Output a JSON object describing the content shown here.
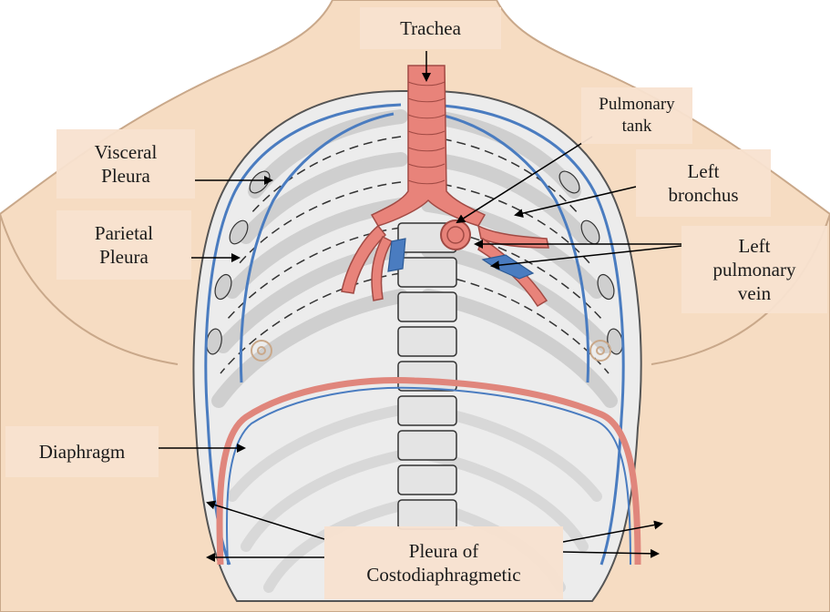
{
  "labels": {
    "trachea": "Trachea",
    "pulmonary_tank_1": "Pulmonary",
    "pulmonary_tank_2": "tank",
    "visceral_1": "Visceral",
    "visceral_2": "Pleura",
    "left_bronchus_1": "Left",
    "left_bronchus_2": "bronchus",
    "parietal_1": "Parietal",
    "parietal_2": "Pleura",
    "left_vein_1": "Left",
    "left_vein_2": "pulmonary",
    "left_vein_3": "vein",
    "diaphragm": "Diaphragm",
    "costo_1": "Pleura of",
    "costo_2": "Costodiaphragmetic"
  },
  "colors": {
    "skin": "#f6dcc2",
    "skin_outline": "#c9a88a",
    "rib": "#d3d3d3",
    "rib_outline": "#333333",
    "pleura": "#4a7cc0",
    "trachea": "#e8837a",
    "diaphragm_red": "#e0867c",
    "label_bg": "#f8e2d0"
  }
}
